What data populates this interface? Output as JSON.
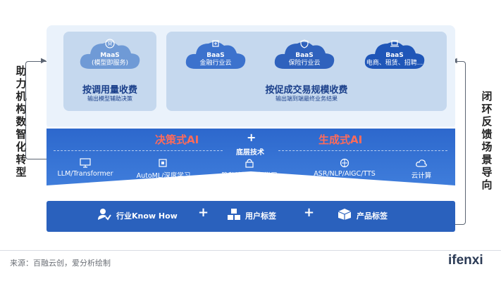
{
  "left_label": "助力机构数智化转型",
  "right_label": "闭环反馈场景导向",
  "top": {
    "left_card": {
      "cloud": {
        "name": "MaaS",
        "sub": "(模型即服务)"
      },
      "title": "按调用量收费",
      "subtitle": "输出模型辅助决策"
    },
    "right_card": {
      "clouds": [
        {
          "name": "BaaS",
          "sub": "金融行业云"
        },
        {
          "name": "BaaS",
          "sub": "保险行业云"
        },
        {
          "name": "BaaS",
          "sub": "电商、租赁、招聘..."
        }
      ],
      "title": "按促成交易规模收费",
      "subtitle": "输出端到端最终业务结果"
    }
  },
  "middle": {
    "left_title": "决策式AI",
    "plus": "+",
    "right_title": "生成式AI",
    "base_tech": "底层技术",
    "techs": [
      {
        "label": "LLM/Transformer",
        "icon": "monitor-icon"
      },
      {
        "label": "AutoML/深度学习",
        "icon": "chip-icon"
      },
      {
        "label": "隐私计算/联邦学习",
        "icon": "lock-icon"
      },
      {
        "label": "ASR/NLP/AIGC/TTS",
        "icon": "brain-icon"
      },
      {
        "label": "云计算",
        "icon": "cloud-icon"
      }
    ]
  },
  "bottom": {
    "items": [
      {
        "label": "行业Know How",
        "icon": "person-check-icon"
      },
      {
        "label": "用户标签",
        "icon": "cubes-icon"
      },
      {
        "label": "产品标签",
        "icon": "box-icon"
      }
    ],
    "plus": "+"
  },
  "footer": {
    "source": "来源：百融云创，爱分析绘制",
    "brand": "ifenxi"
  },
  "colors": {
    "top_panel": "#eaf2fb",
    "card": "#c5d8ee",
    "cloud_dark": "#1f56b8",
    "cloud_light": "#6f9ad6",
    "mid_panel": "#2e6cd0",
    "bottom_bar": "#2a61bd",
    "accent": "#ff6b5a"
  }
}
